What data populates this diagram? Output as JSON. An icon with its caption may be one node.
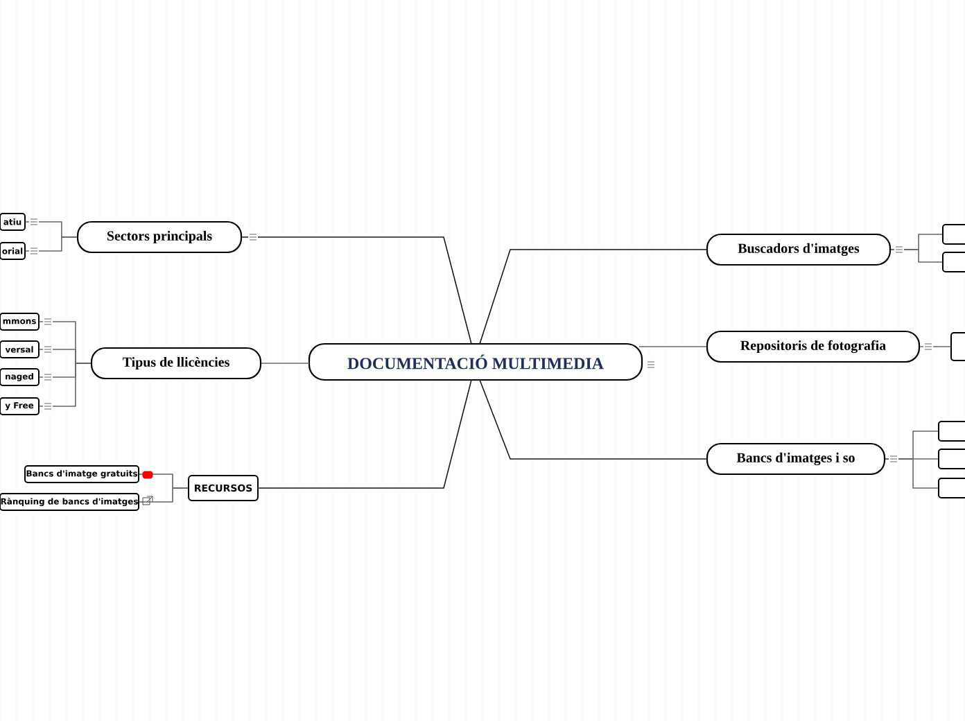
{
  "diagram": {
    "nodes": [
      {
        "text": [
          "DOCUMENTACIÓ MULTIMEDIA"
        ]
      },
      {
        "text": [
          "Sectors principals"
        ]
      },
      {
        "text": [
          "atiu"
        ]
      },
      {
        "text": [
          "orial"
        ]
      },
      {
        "text": [
          "Tipus de llicències"
        ]
      },
      {
        "text": [
          "mmons"
        ]
      },
      {
        "text": [
          "versal"
        ]
      },
      {
        "text": [
          "naged"
        ]
      },
      {
        "text": [
          "y Free"
        ]
      },
      {
        "text": [
          "RECURSOS"
        ]
      },
      {
        "text": [
          "Bancs d'imatge gratuits"
        ]
      },
      {
        "text": [
          "Rànquing de bancs d'imatges"
        ]
      },
      {
        "text": [
          "Buscadors d'imatges"
        ]
      },
      {
        "text": [],
        "shape": "box"
      },
      {
        "text": [],
        "shape": "box"
      },
      {
        "text": [
          "Repositoris de fotografia"
        ]
      },
      {
        "text": [],
        "shape": "box"
      },
      {
        "text": [
          "Bancs d'imatges i so"
        ]
      },
      {
        "text": [],
        "shape": "box"
      },
      {
        "text": [],
        "shape": "box"
      },
      {
        "text": [],
        "shape": "box"
      }
    ],
    "edges": [
      {
        "from": 0,
        "to": 1,
        "arrow": "none"
      },
      {
        "from": 0,
        "to": 4,
        "arrow": "none"
      },
      {
        "from": 0,
        "to": 9,
        "arrow": "none"
      },
      {
        "from": 0,
        "to": 12,
        "arrow": "none"
      },
      {
        "from": 0,
        "to": 15,
        "arrow": "none"
      },
      {
        "from": 0,
        "to": 17,
        "arrow": "none"
      },
      {
        "from": 1,
        "to": 2,
        "arrow": "none"
      },
      {
        "from": 1,
        "to": 3,
        "arrow": "none"
      },
      {
        "from": 4,
        "to": 5,
        "arrow": "none"
      },
      {
        "from": 4,
        "to": 6,
        "arrow": "none"
      },
      {
        "from": 4,
        "to": 7,
        "arrow": "none"
      },
      {
        "from": 4,
        "to": 8,
        "arrow": "none"
      },
      {
        "from": 9,
        "to": 10,
        "arrow": "none"
      },
      {
        "from": 9,
        "to": 11,
        "arrow": "none"
      },
      {
        "from": 12,
        "to": 13,
        "arrow": "none"
      },
      {
        "from": 12,
        "to": 14,
        "arrow": "none"
      },
      {
        "from": 15,
        "to": 16,
        "arrow": "none"
      },
      {
        "from": 17,
        "to": 18,
        "arrow": "none"
      },
      {
        "from": 17,
        "to": 19,
        "arrow": "none"
      },
      {
        "from": 17,
        "to": 20,
        "arrow": "none"
      }
    ]
  }
}
